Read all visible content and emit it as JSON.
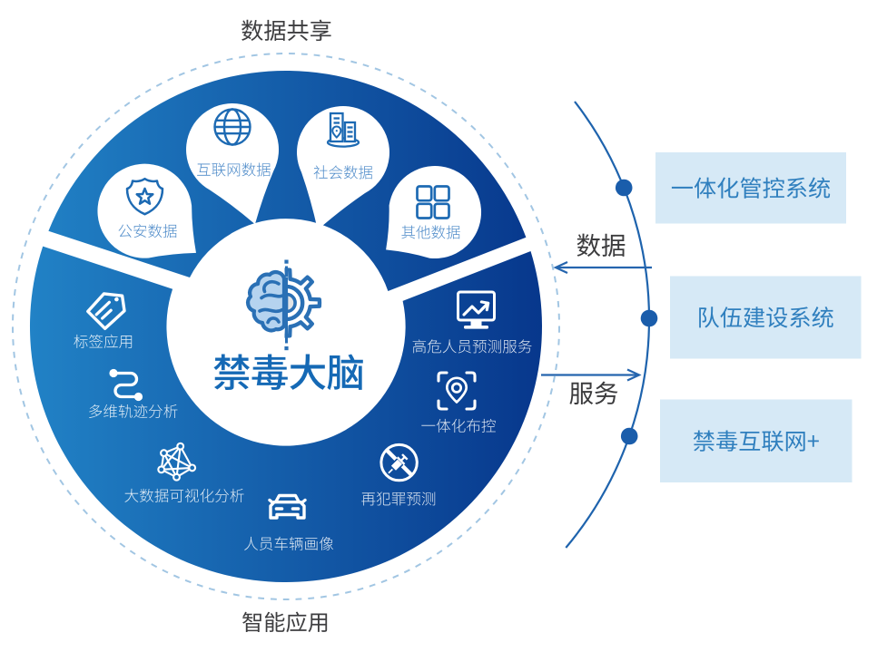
{
  "diagram_title": "禁毒大脑",
  "titles": {
    "top": "数据共享",
    "bottom": "智能应用"
  },
  "center": {
    "label": "禁毒大脑",
    "icon": "brain-gear-icon"
  },
  "data_sources": [
    {
      "label": "公安数据",
      "icon": "shield-star-icon"
    },
    {
      "label": "互联网数据",
      "icon": "globe-icon"
    },
    {
      "label": "社会数据",
      "icon": "buildings-icon"
    },
    {
      "label": "其他数据",
      "icon": "grid-squares-icon"
    }
  ],
  "applications": [
    {
      "label": "标签应用",
      "icon": "tag-icon"
    },
    {
      "label": "多维轨迹分析",
      "icon": "trajectory-icon"
    },
    {
      "label": "大数据可视化分析",
      "icon": "network-graph-icon"
    },
    {
      "label": "人员车辆画像",
      "icon": "car-icon"
    },
    {
      "label": "再犯罪预测",
      "icon": "no-syringe-icon"
    },
    {
      "label": "一体化布控",
      "icon": "pin-crosshair-icon"
    },
    {
      "label": "高危人员预测服务",
      "icon": "monitor-chart-icon"
    }
  ],
  "flows": {
    "inbound": "数据",
    "outbound": "服务"
  },
  "systems": [
    {
      "label": "一体化管控系统"
    },
    {
      "label": "队伍建设系统"
    },
    {
      "label": "禁毒互联网+"
    }
  ],
  "colors": {
    "sector_gradient_left": "#2182c6",
    "sector_gradient_right": "#0a4093",
    "system_box_fill": "#d6e9f6",
    "system_box_text": "#2f7fbe",
    "icon_stroke": "#1d6ab3",
    "balloon_label": "#4b89c8",
    "center_title": "#1569b5",
    "arc": "#1e63ad",
    "title_text": "#3e3e40"
  }
}
